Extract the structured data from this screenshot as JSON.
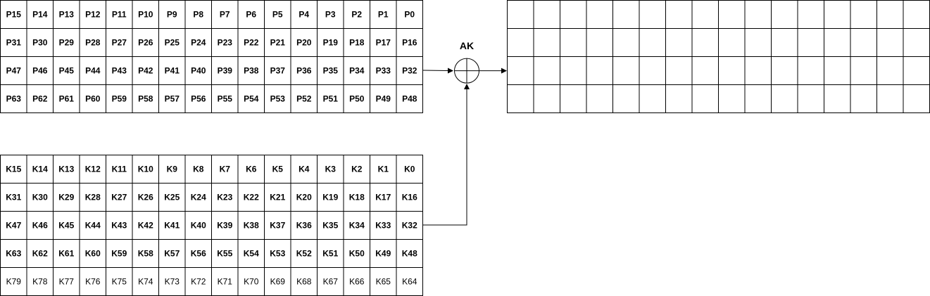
{
  "plaintext": {
    "rows": [
      [
        "P15",
        "P14",
        "P13",
        "P12",
        "P11",
        "P10",
        "P9",
        "P8",
        "P7",
        "P6",
        "P5",
        "P4",
        "P3",
        "P2",
        "P1",
        "P0"
      ],
      [
        "P31",
        "P30",
        "P29",
        "P28",
        "P27",
        "P26",
        "P25",
        "P24",
        "P23",
        "P22",
        "P21",
        "P20",
        "P19",
        "P18",
        "P17",
        "P16"
      ],
      [
        "P47",
        "P46",
        "P45",
        "P44",
        "P43",
        "P42",
        "P41",
        "P40",
        "P39",
        "P38",
        "P37",
        "P36",
        "P35",
        "P34",
        "P33",
        "P32"
      ],
      [
        "P63",
        "P62",
        "P61",
        "P60",
        "P59",
        "P58",
        "P57",
        "P56",
        "P55",
        "P54",
        "P53",
        "P52",
        "P51",
        "P50",
        "P49",
        "P48"
      ]
    ]
  },
  "key": {
    "rows": [
      [
        "K15",
        "K14",
        "K13",
        "K12",
        "K11",
        "K10",
        "K9",
        "K8",
        "K7",
        "K6",
        "K5",
        "K4",
        "K3",
        "K2",
        "K1",
        "K0"
      ],
      [
        "K31",
        "K30",
        "K29",
        "K28",
        "K27",
        "K26",
        "K25",
        "K24",
        "K23",
        "K22",
        "K21",
        "K20",
        "K19",
        "K18",
        "K17",
        "K16"
      ],
      [
        "K47",
        "K46",
        "K45",
        "K44",
        "K43",
        "K42",
        "K41",
        "K40",
        "K39",
        "K38",
        "K37",
        "K36",
        "K35",
        "K34",
        "K33",
        "K32"
      ],
      [
        "K63",
        "K62",
        "K61",
        "K60",
        "K59",
        "K58",
        "K57",
        "K56",
        "K55",
        "K54",
        "K53",
        "K52",
        "K51",
        "K50",
        "K49",
        "K48"
      ],
      [
        "K79",
        "K78",
        "K77",
        "K76",
        "K75",
        "K74",
        "K73",
        "K72",
        "K71",
        "K70",
        "K69",
        "K68",
        "K67",
        "K66",
        "K65",
        "K64"
      ]
    ],
    "bold_rows": [
      true,
      true,
      true,
      true,
      false
    ]
  },
  "output": {
    "rows": 4,
    "cols": 16
  },
  "operation": {
    "label": "AK",
    "symbol": "xor-icon"
  }
}
